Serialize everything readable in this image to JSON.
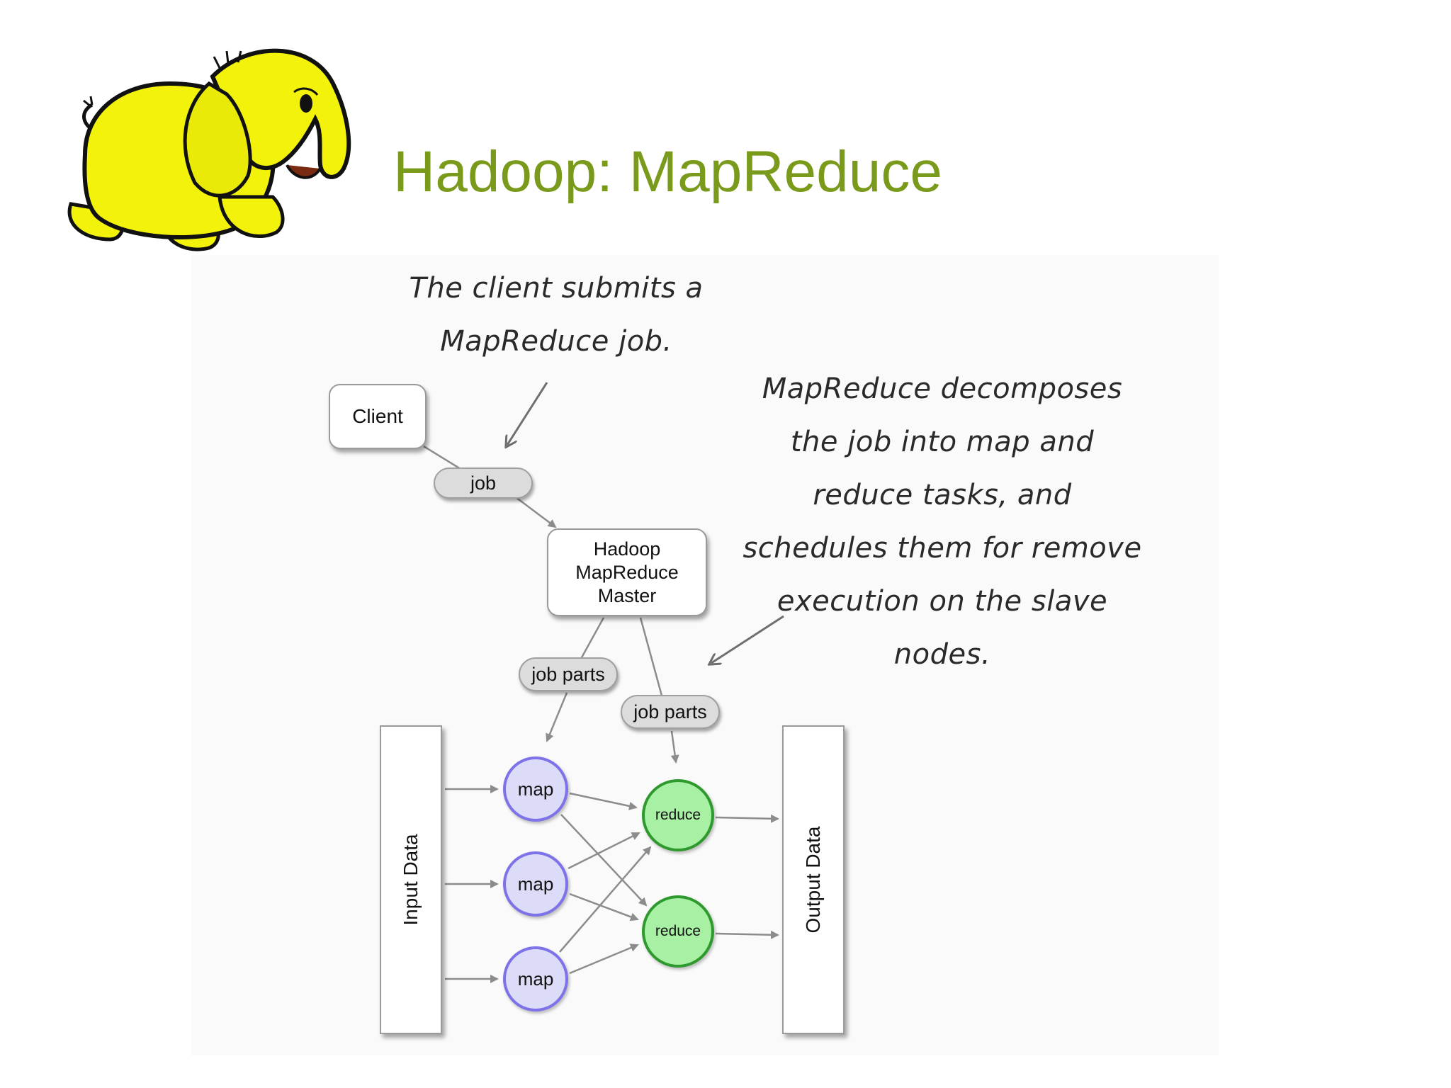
{
  "slide": {
    "title": "Hadoop: MapReduce",
    "title_color": "#7a9a1c",
    "logo_icon": "hadoop-elephant-icon"
  },
  "annotations": {
    "client_note": "The client submits a MapReduce job.",
    "decompose_note": "MapReduce decomposes the job into map and reduce tasks, and schedules them for remove execution on the slave nodes."
  },
  "diagram": {
    "client": "Client",
    "job": "job",
    "master_lines": [
      "Hadoop",
      "MapReduce",
      "Master"
    ],
    "job_parts_1": "job parts",
    "job_parts_2": "job parts",
    "input_data": "Input Data",
    "output_data": "Output Data",
    "map_nodes": [
      "map",
      "map",
      "map"
    ],
    "reduce_nodes": [
      "reduce",
      "reduce"
    ],
    "colors": {
      "map_fill": "#dcdcf8",
      "map_stroke": "#7d72e8",
      "reduce_fill": "#a8f0a4",
      "reduce_stroke": "#2e9a2e",
      "connector": "#8c8c8c"
    }
  }
}
